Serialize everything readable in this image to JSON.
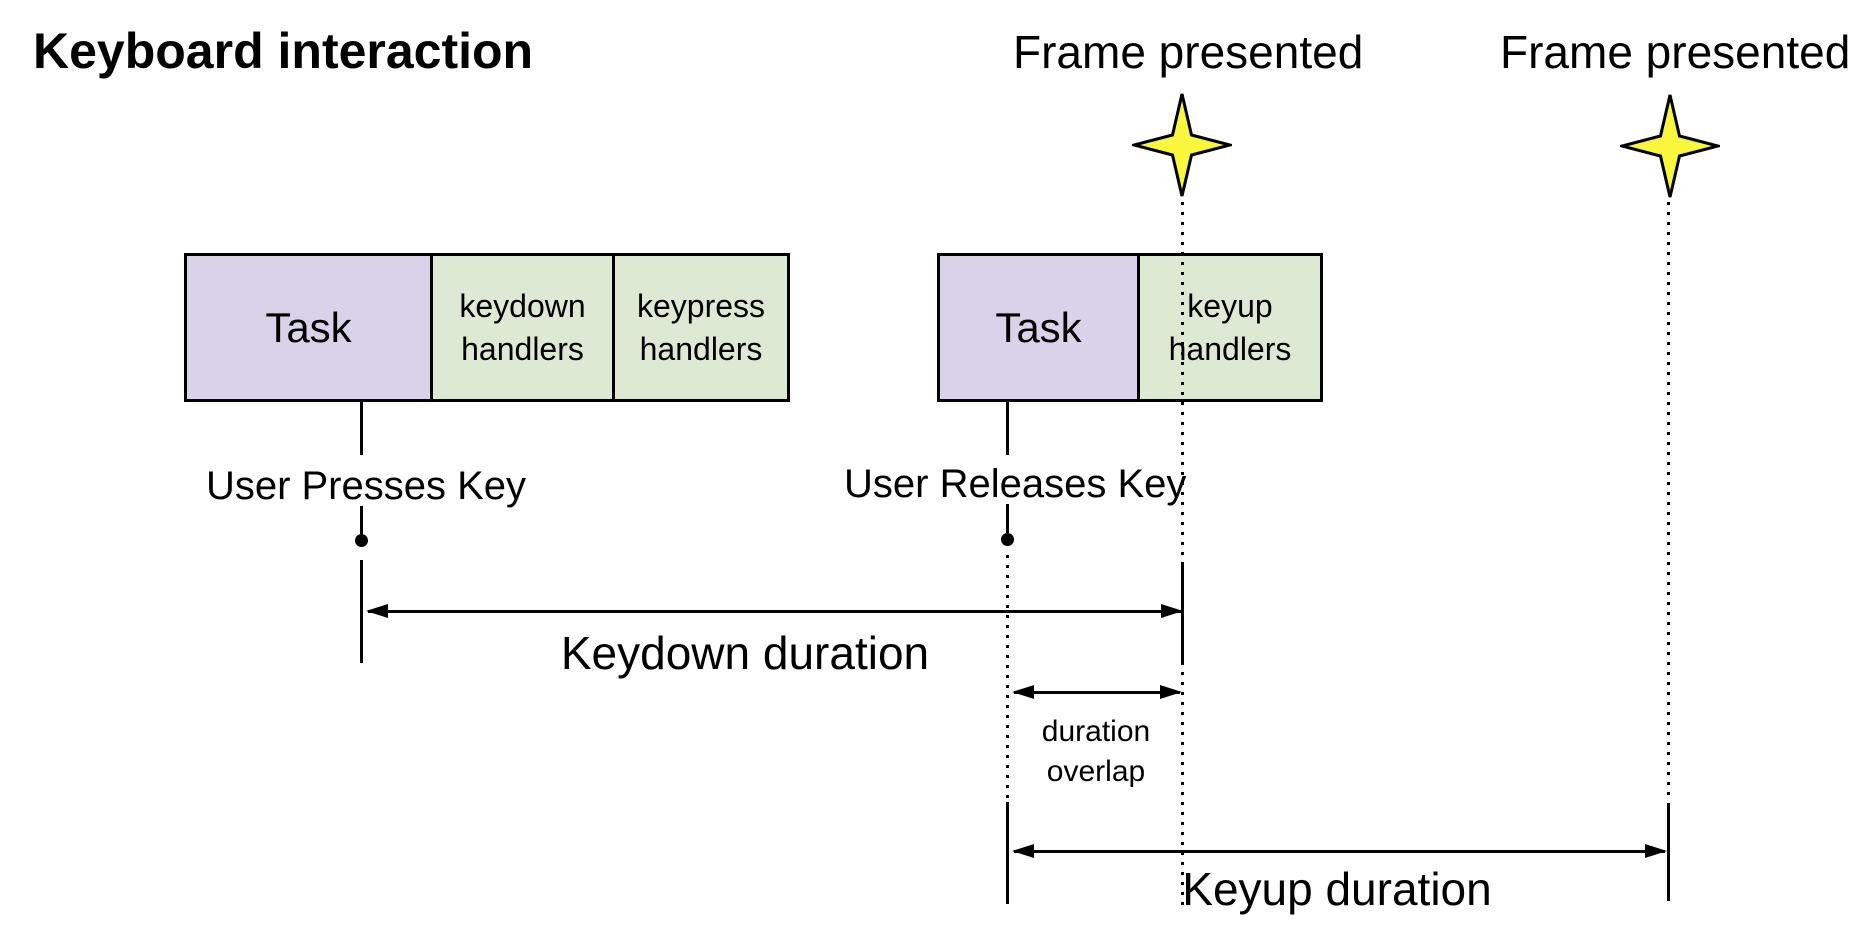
{
  "title": "Keyboard interaction",
  "frames": {
    "label1": "Frame presented",
    "label2": "Frame presented"
  },
  "bar1": {
    "task": "Task",
    "handlers1": "keydown handlers",
    "handlers2": "keypress handlers"
  },
  "bar2": {
    "task": "Task",
    "handlers1": "keyup handlers"
  },
  "events": {
    "press": "User Presses Key",
    "release": "User Releases Key"
  },
  "durations": {
    "keydown": "Keydown duration",
    "overlap": "duration overlap",
    "keyup": "Keyup duration"
  },
  "colors": {
    "task_fill": "#d8d3e8",
    "handler_fill": "#dde9d3",
    "star_fill": "#f9f73d",
    "line": "#000000",
    "background": "#ffffff"
  }
}
